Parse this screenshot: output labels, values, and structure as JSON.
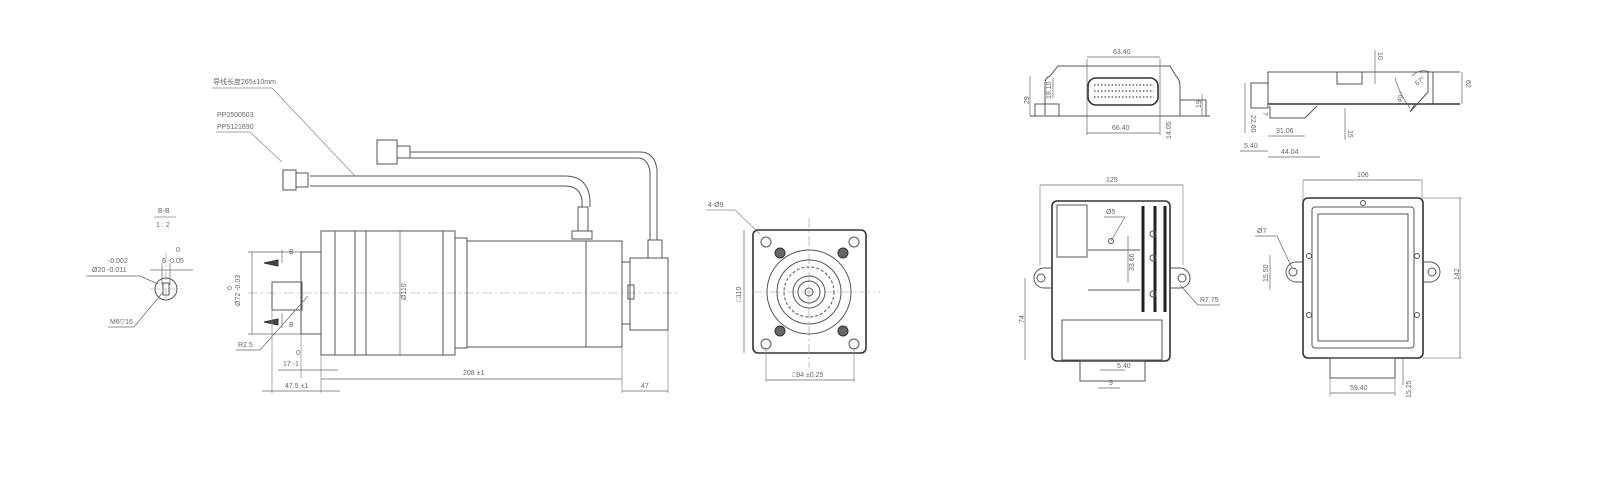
{
  "motor_drawing": {
    "section_label": "B-B",
    "section_scale": "1 : 2",
    "shaft_tolerance_upper": "-0.002",
    "shaft_diameter": "Ø20 -0.011",
    "key_width": "6 -0.05",
    "key_width_top": "0",
    "thread_note": "M6▽16",
    "cable_length_note": "导线长度265±10mm",
    "connector_part_1": "PP0500503",
    "connector_part_2": "PP5121690",
    "pilot_diameter": "Ø72 -0.03",
    "pilot_top": "0",
    "body_diameter": "Ø110",
    "fillet": "R2.5",
    "shaft_offset": "17 -1",
    "shaft_offset_top": "0",
    "shaft_length": "47.5 ±1",
    "body_length": "208 ±1",
    "encoder_length": "47",
    "small_label": "B",
    "small_label_2": "B"
  },
  "flange_view": {
    "hole_note": "4-Ø9",
    "flange_square": "□110",
    "bolt_square": "□94 ±0.25"
  },
  "controller_top_view": {
    "width_top": "63.40",
    "height_inner": "18.10",
    "height_total": "29",
    "width_bottom": "66.40",
    "offset_right": "14.05",
    "height_right": "19"
  },
  "controller_side_view": {
    "top_dim": "10",
    "angle_1": "67°",
    "angle_2": "49°",
    "dim_height": "22.60",
    "dim_small": "7",
    "dim_31": "31.06",
    "dim_15": "15",
    "dim_540": "5.40",
    "dim_4404": "44.04",
    "dim_62": "62"
  },
  "controller_front_view": {
    "width": "125",
    "hole": "Ø5",
    "dim_3366": "33.66",
    "radius": "R7.75",
    "height_74": "74",
    "dim_540": "5.40",
    "dim_9": "9"
  },
  "controller_back_view": {
    "width": "106",
    "hole": "Ø7",
    "dim_1550": "15.50",
    "height": "142",
    "dim_5940": "59.40",
    "dim_1525": "15.25"
  }
}
